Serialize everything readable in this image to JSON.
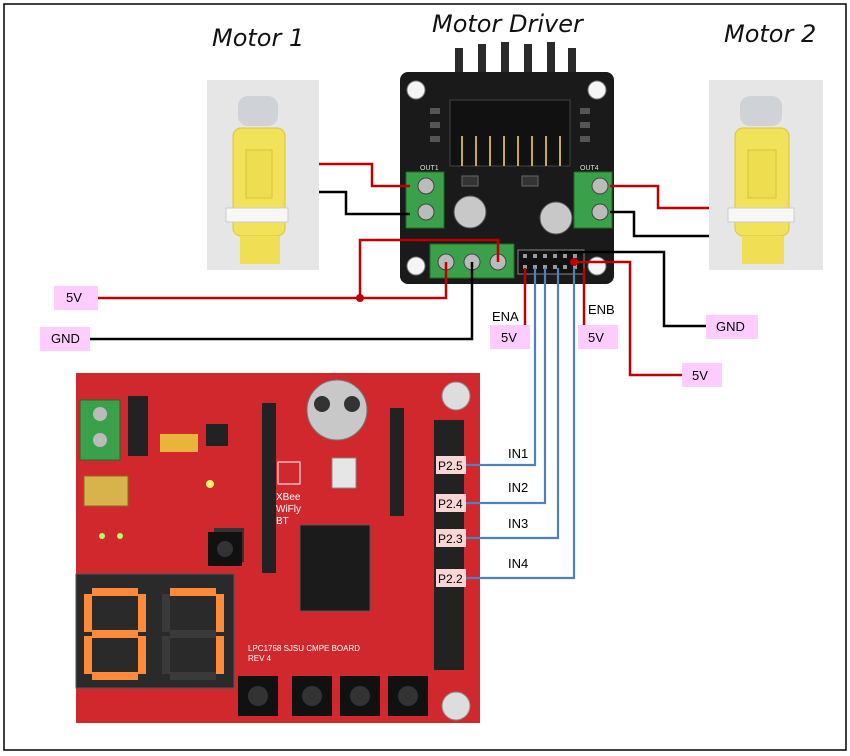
{
  "titles": {
    "motor1": "Motor 1",
    "motor_driver": "Motor Driver",
    "motor2": "Motor 2"
  },
  "labels": {
    "left_5v": "5V",
    "left_gnd": "GND",
    "ena": "ENA",
    "ena_5v": "5V",
    "enb": "ENB",
    "enb_5v": "5V",
    "right_gnd": "GND",
    "right_5v": "5V"
  },
  "pins": {
    "p25": "P2.5",
    "p24": "P2.4",
    "p23": "P2.3",
    "p22": "P2.2"
  },
  "inputs": {
    "in1": "IN1",
    "in2": "IN2",
    "in3": "IN3",
    "in4": "IN4"
  },
  "board": {
    "silk_xbee": "XBee",
    "silk_wifly": "WiFly",
    "silk_bt": "BT",
    "silk_name": "LPC1758  SJSU  CMPE  BOARD",
    "silk_rev": "REV 4",
    "display_digits": "87"
  },
  "driver": {
    "out1": "OUT1",
    "out4": "OUT4"
  },
  "colors": {
    "wire_red": "#c00000",
    "wire_black": "#000000",
    "wire_blue": "#4f81bd",
    "label_bg": "#ffccff",
    "pin_bg": "#f8d6d6",
    "board_red": "#d0282c",
    "driver_black": "#1a1a1a",
    "terminal_green": "#3aa14a",
    "motor_yellow": "#f2e25a"
  }
}
